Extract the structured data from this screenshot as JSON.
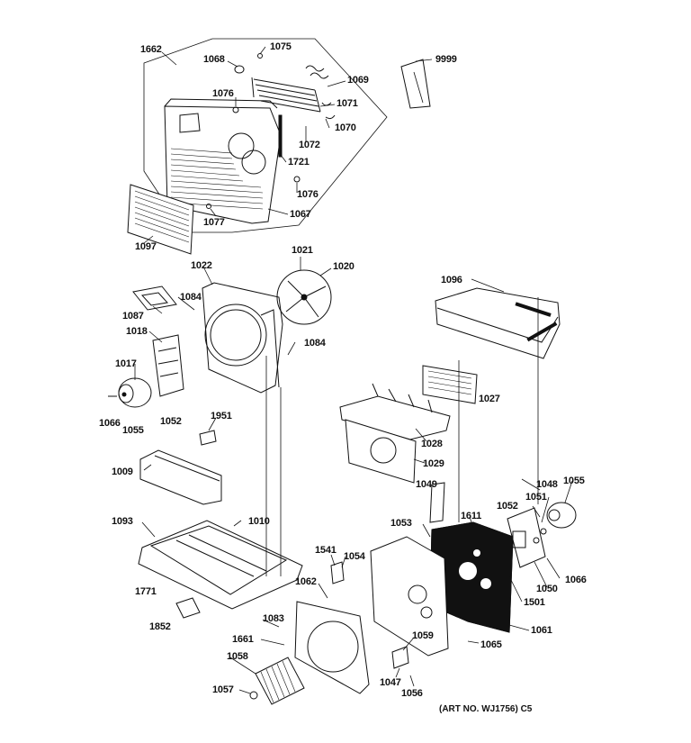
{
  "diagram": {
    "art_number": "(ART NO. WJ1756) C5",
    "part_labels": {
      "p1662": "1662",
      "p1075": "1075",
      "p1068": "1068",
      "p1069": "1069",
      "p1076a": "1076",
      "p1071": "1071",
      "p1072": "1072",
      "p1070": "1070",
      "p1721": "1721",
      "p1076b": "1076",
      "p1077": "1077",
      "p1067": "1067",
      "p1097": "1097",
      "p9999": "9999",
      "p1022": "1022",
      "p1021": "1021",
      "p1020": "1020",
      "p1084a": "1084",
      "p1087": "1087",
      "p1018": "1018",
      "p1084b": "1084",
      "p1017": "1017",
      "p1066a": "1066",
      "p1055a": "1055",
      "p1052a": "1052",
      "p1096": "1096",
      "p1027": "1027",
      "p1028": "1028",
      "p1029": "1029",
      "p1951": "1951",
      "p1009": "1009",
      "p1093": "1093",
      "p1010": "1010",
      "p1771": "1771",
      "p1852": "1852",
      "p1049": "1049",
      "p1048": "1048",
      "p1055b": "1055",
      "p1052b": "1052",
      "p1051": "1051",
      "p1053": "1053",
      "p1611": "1611",
      "p1541": "1541",
      "p1054": "1054",
      "p1062": "1062",
      "p1066b": "1066",
      "p1050": "1050",
      "p1501": "1501",
      "p1083": "1083",
      "p1061": "1061",
      "p1065": "1065",
      "p1661": "1661",
      "p1059": "1059",
      "p1058": "1058",
      "p1057": "1057",
      "p1047": "1047",
      "p1056": "1056"
    }
  }
}
